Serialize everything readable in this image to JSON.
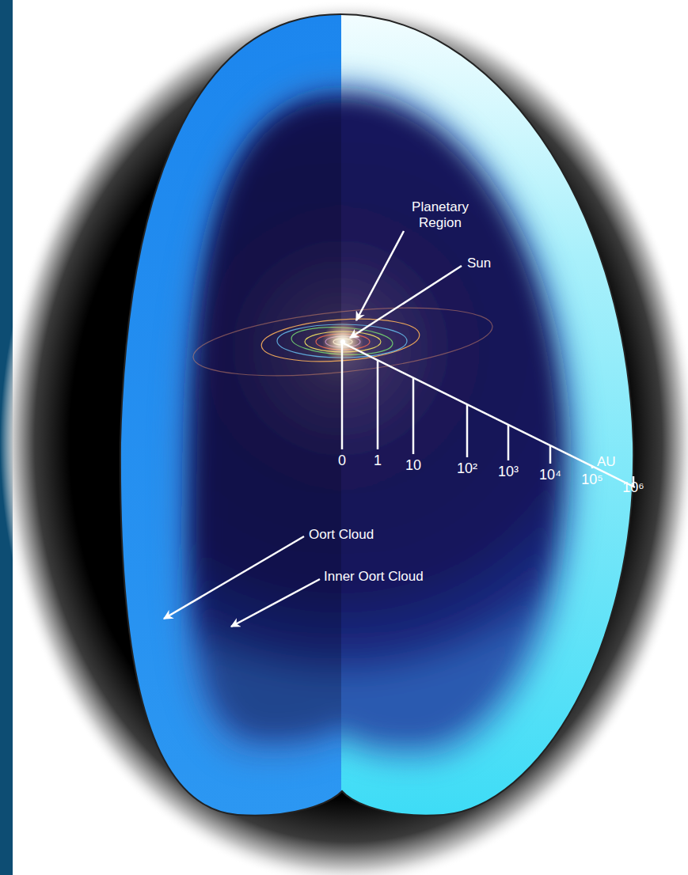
{
  "diagram": {
    "labels": [
      "Planetary Region",
      "Sun",
      "AU",
      "0",
      "1",
      "10",
      "10²",
      "10³",
      "10⁴",
      "10⁵",
      "10⁶",
      "Oort Cloud",
      "Inner Oort Cloud"
    ]
  }
}
